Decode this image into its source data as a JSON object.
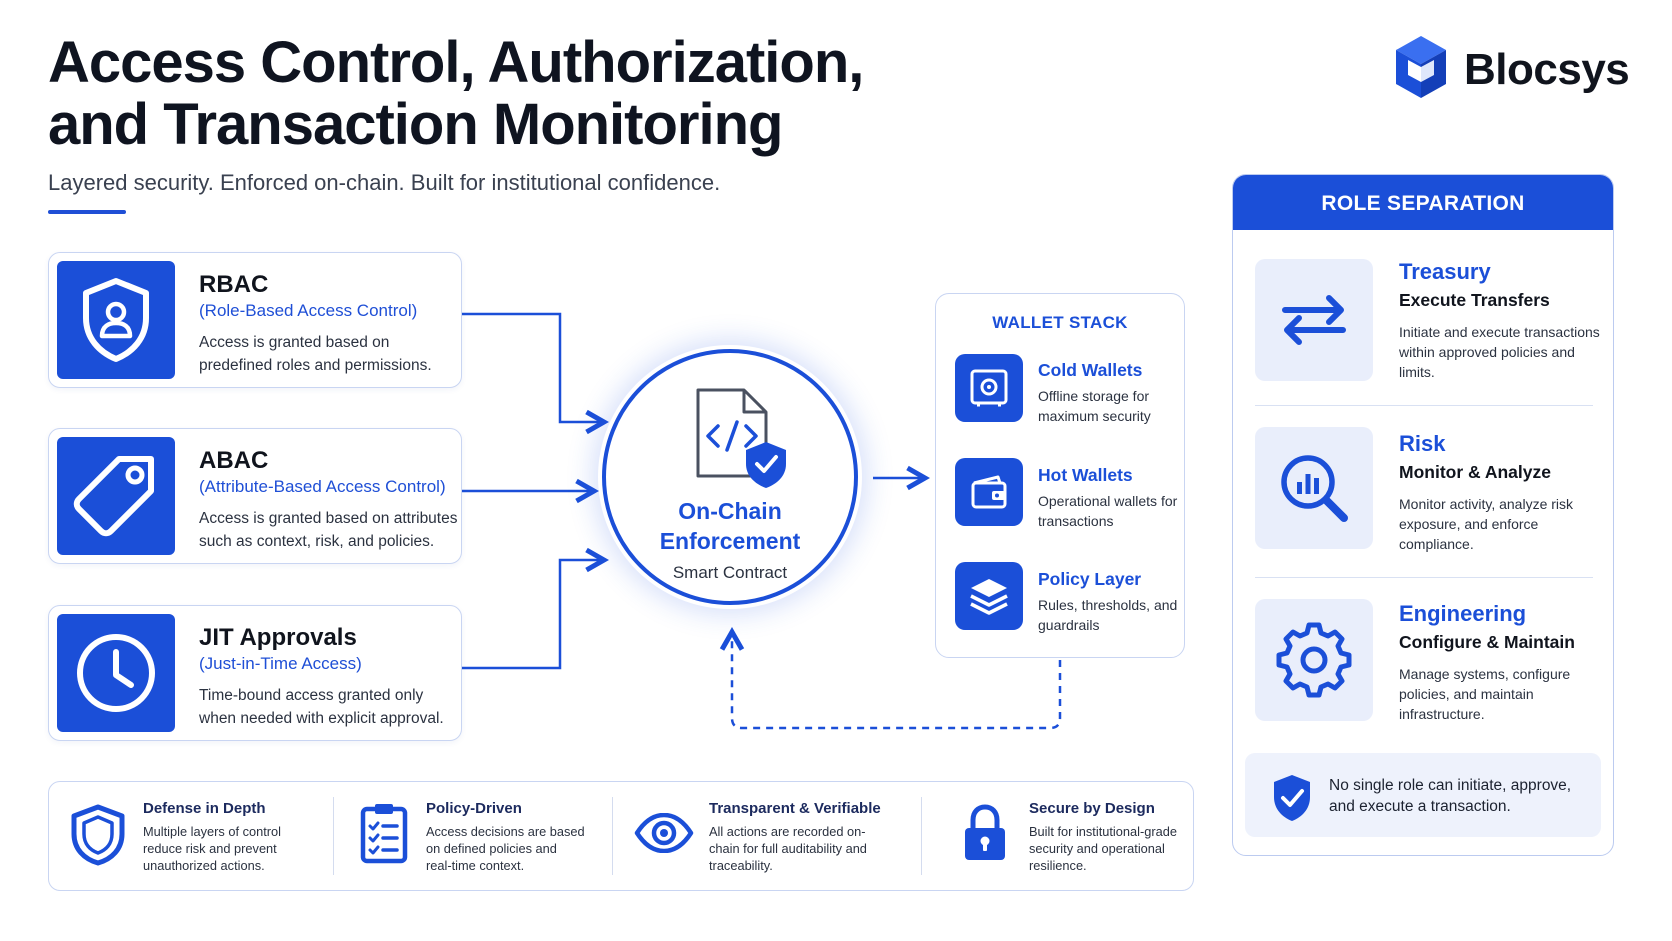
{
  "header": {
    "title_line1": "Access Control, Authorization,",
    "title_line2": "and Transaction Monitoring",
    "subtitle": "Layered security. Enforced on-chain. Built for institutional confidence."
  },
  "brand": {
    "name": "Blocsys",
    "logo_icon": "cube-logo-icon"
  },
  "colors": {
    "accent": "#1b4fd8",
    "border": "#c9d5f2",
    "panel_bg": "#e9eefb",
    "text": "#10141d"
  },
  "access_models": [
    {
      "title": "RBAC",
      "subtitle": "(Role-Based Access Control)",
      "desc": "Access is granted based on predefined roles and permissions.",
      "icon": "shield-user-icon"
    },
    {
      "title": "ABAC",
      "subtitle": "(Attribute-Based Access Control)",
      "desc": "Access is granted based on attributes such as context, risk, and policies.",
      "icon": "tag-icon"
    },
    {
      "title": "JIT Approvals",
      "subtitle": "(Just-in-Time Access)",
      "desc": "Time-bound access granted only when needed with explicit approval.",
      "icon": "clock-icon"
    }
  ],
  "center": {
    "title_line1": "On-Chain",
    "title_line2": "Enforcement",
    "subtitle": "Smart Contract",
    "icon": "code-document-shield-icon"
  },
  "wallet_stack": {
    "heading": "WALLET STACK",
    "items": [
      {
        "title": "Cold Wallets",
        "desc": "Offline storage for maximum security",
        "icon": "safe-icon"
      },
      {
        "title": "Hot Wallets",
        "desc": "Operational wallets for transactions",
        "icon": "wallet-icon"
      },
      {
        "title": "Policy Layer",
        "desc": "Rules, thresholds, and guardrails",
        "icon": "layers-icon"
      }
    ]
  },
  "role_separation": {
    "heading": "ROLE SEPARATION",
    "roles": [
      {
        "title": "Treasury",
        "subtitle": "Execute Transfers",
        "desc": "Initiate and execute transactions within approved policies and limits.",
        "icon": "transfer-arrows-icon"
      },
      {
        "title": "Risk",
        "subtitle": "Monitor & Analyze",
        "desc": "Monitor activity, analyze risk exposure, and enforce compliance.",
        "icon": "magnifier-chart-icon"
      },
      {
        "title": "Engineering",
        "subtitle": "Configure & Maintain",
        "desc": "Manage systems, configure policies, and maintain infrastructure.",
        "icon": "gear-icon"
      }
    ],
    "note": "No single role can initiate, approve, and execute a transaction.",
    "note_icon": "shield-check-icon"
  },
  "principles": [
    {
      "title": "Defense in Depth",
      "desc": "Multiple layers of control reduce risk and prevent unauthorized actions.",
      "icon": "shield-icon"
    },
    {
      "title": "Policy-Driven",
      "desc": "Access decisions are based on defined policies and real-time context.",
      "icon": "clipboard-checklist-icon"
    },
    {
      "title": "Transparent & Verifiable",
      "desc": "All actions are recorded on-chain for full auditability and traceability.",
      "icon": "eye-icon"
    },
    {
      "title": "Secure by Design",
      "desc": "Built for institutional-grade security and operational resilience.",
      "icon": "padlock-icon"
    }
  ]
}
